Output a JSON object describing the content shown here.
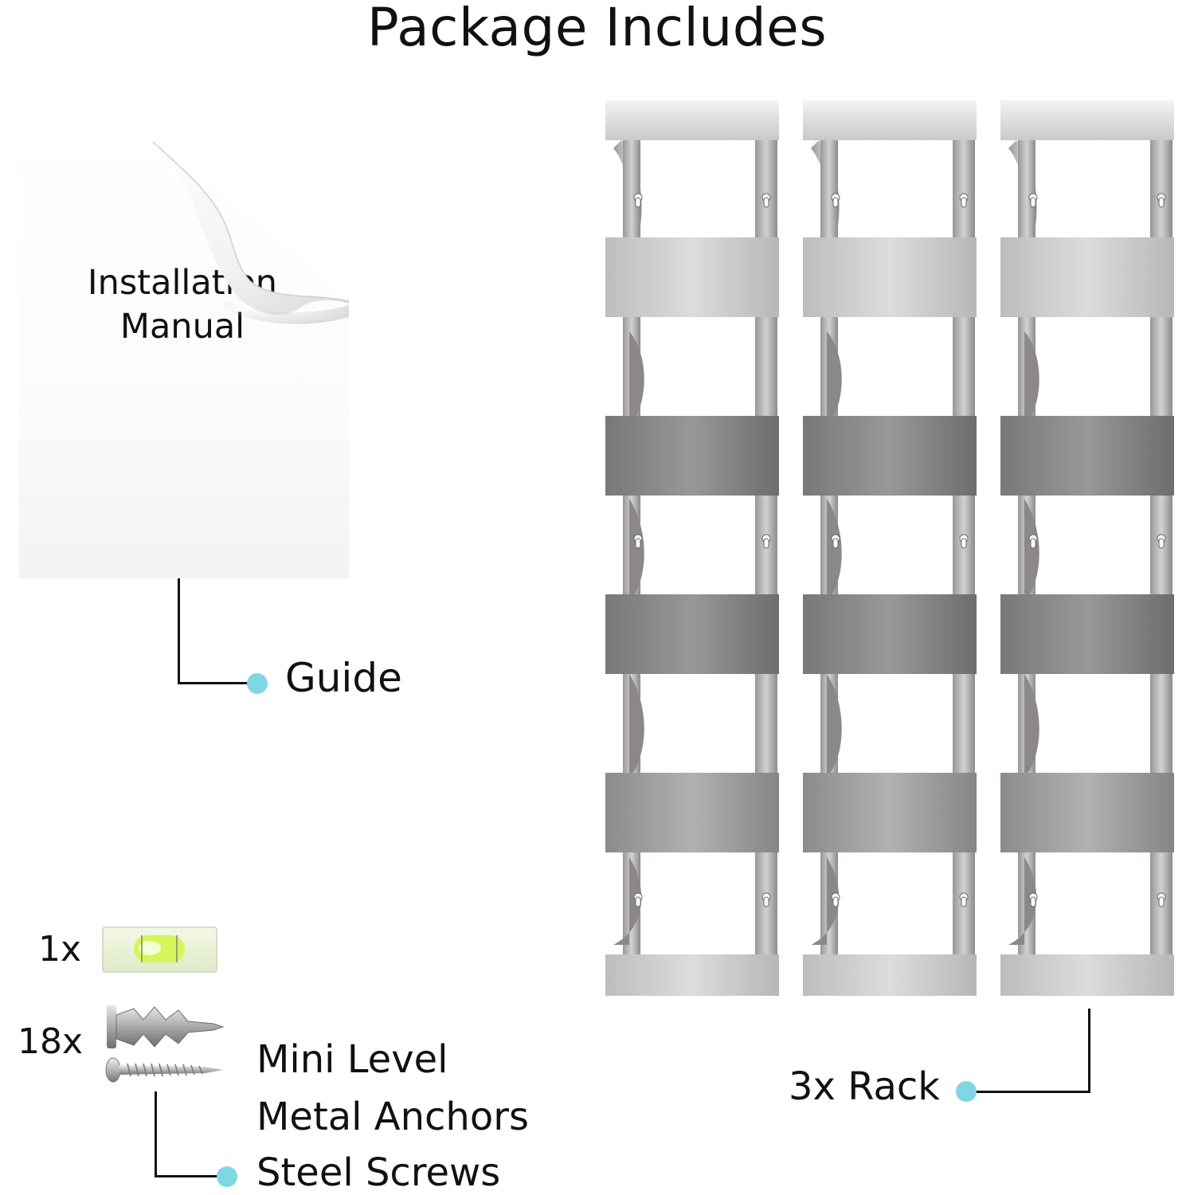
{
  "title": "Package Includes",
  "manual": {
    "line1": "Installation",
    "line2": "Manual"
  },
  "labels": {
    "guide": "Guide",
    "rack": "3x Rack",
    "mini_level": "Mini Level",
    "metal_anchors": "Metal Anchors",
    "steel_screws": "Steel Screws",
    "qty_level": "1x",
    "qty_hardware": "18x"
  },
  "colors": {
    "accent_dot": "#7fd7e3",
    "steel_light": "#d6d6d8",
    "steel_dark": "#8a8788"
  },
  "icons": [
    "manual-document-icon",
    "wine-rack-image",
    "bubble-level-icon",
    "wall-anchor-icon",
    "screw-icon"
  ]
}
